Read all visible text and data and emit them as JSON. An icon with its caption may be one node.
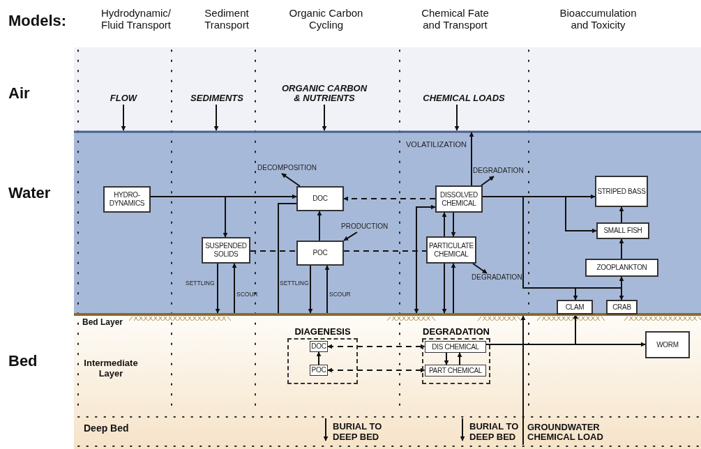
{
  "diagram": {
    "nodes": [
      {
        "text": [
          "FLOW"
        ]
      },
      {
        "text": [
          "SEDIMENTS"
        ]
      },
      {
        "text": [
          "ORGANIC CARBON & NUTRIENTS"
        ]
      },
      {
        "text": [
          "CHEMICAL LOADS"
        ]
      },
      {
        "text": [
          "HYDRO-DYNAMICS"
        ]
      },
      {
        "text": [
          "SUSPENDED SOLIDS"
        ]
      },
      {
        "text": [
          "DOC"
        ]
      },
      {
        "text": [
          "POC"
        ]
      },
      {
        "text": [
          "DECOMPOSITION"
        ]
      },
      {
        "text": [
          "PRODUCTION"
        ]
      },
      {
        "text": [
          "DISSOLVED CHEMICAL"
        ]
      },
      {
        "text": [
          "PARTICULATE CHEMICAL"
        ]
      },
      {
        "text": [
          "DEGRADATION"
        ]
      },
      {
        "text": [
          "DEGRADATION"
        ]
      },
      {
        "text": [
          "STRIPED BASS"
        ]
      },
      {
        "text": [
          "SMALL FISH"
        ]
      },
      {
        "text": [
          "ZOOPLANKTON"
        ]
      },
      {
        "text": [
          "CLAM"
        ]
      },
      {
        "text": [
          "CRAB"
        ]
      },
      {
        "text": [
          "DIAGENESIS"
        ]
      },
      {
        "text": [
          "DOC"
        ],
        "in": 19
      },
      {
        "text": [
          "POC"
        ],
        "in": 19
      },
      {
        "text": [
          "DEGRADATION"
        ]
      },
      {
        "text": [
          "DIS CHEMICAL"
        ],
        "in": 22
      },
      {
        "text": [
          "PART CHEMICAL"
        ],
        "in": 22
      },
      {
        "text": [
          "WORM"
        ]
      },
      {
        "text": [
          "GROUNDWATER CHEMICAL LOAD"
        ]
      },
      {
        "text": [],
        "shape": "bar"
      }
    ],
    "edges": [
      {
        "from": 0,
        "to": null,
        "arrow": "to"
      },
      {
        "from": 1,
        "to": null,
        "arrow": "to"
      },
      {
        "from": 2,
        "to": null,
        "arrow": "to"
      },
      {
        "from": 3,
        "to": null,
        "arrow": "to"
      },
      {
        "from": 4,
        "to": 6,
        "arrow": "to"
      },
      {
        "from": 4,
        "to": 5,
        "arrow": "to"
      },
      {
        "from": 27,
        "to": 6,
        "arrow": "none"
      },
      {
        "from": 7,
        "to": 6,
        "arrow": "to"
      },
      {
        "from": 5,
        "to": 7,
        "arrow": "none",
        "style": "dashed"
      },
      {
        "from": 7,
        "to": 11,
        "arrow": "none",
        "style": "dashed"
      },
      {
        "from": 10,
        "to": 6,
        "arrow": "to",
        "style": "dashed"
      },
      {
        "from": 6,
        "to": 8,
        "arrow": "to"
      },
      {
        "from": 9,
        "to": 7,
        "arrow": "to"
      },
      {
        "from": 10,
        "to": 12,
        "arrow": "to"
      },
      {
        "from": 11,
        "to": 13,
        "arrow": "to"
      },
      {
        "from": 10,
        "to": null,
        "arrow": "to",
        "label": "VOLATILIZATION"
      },
      {
        "from": 10,
        "to": 11,
        "arrow": "to"
      },
      {
        "from": 11,
        "to": 10,
        "arrow": "to"
      },
      {
        "from": 5,
        "to": 27,
        "arrow": "to",
        "label": "SETTLING"
      },
      {
        "from": 27,
        "to": 5,
        "arrow": "to",
        "label": "SCOUR"
      },
      {
        "from": 7,
        "to": 27,
        "arrow": "to",
        "label": "SETTLING"
      },
      {
        "from": 27,
        "to": 7,
        "arrow": "to",
        "label": "SCOUR"
      },
      {
        "from": 11,
        "to": 27,
        "arrow": "to"
      },
      {
        "from": 27,
        "to": 11,
        "arrow": "to"
      },
      {
        "from": 27,
        "to": 10,
        "arrow": "both"
      },
      {
        "from": 10,
        "to": 14,
        "arrow": "to"
      },
      {
        "from": 10,
        "to": 15,
        "arrow": "to"
      },
      {
        "from": 10,
        "to": 16,
        "arrow": "to"
      },
      {
        "from": 10,
        "to": 17,
        "arrow": "to"
      },
      {
        "from": 10,
        "to": 18,
        "arrow": "to"
      },
      {
        "from": 15,
        "to": 14,
        "arrow": "to"
      },
      {
        "from": 16,
        "to": 15,
        "arrow": "to"
      },
      {
        "from": 21,
        "to": 20,
        "arrow": "to"
      },
      {
        "from": 23,
        "to": 24,
        "arrow": "to"
      },
      {
        "from": 24,
        "to": 23,
        "arrow": "to"
      },
      {
        "from": 20,
        "to": 23,
        "arrow": "both",
        "style": "dashed"
      },
      {
        "from": 21,
        "to": 24,
        "arrow": "both",
        "style": "dashed"
      },
      {
        "from": 23,
        "to": 25,
        "arrow": "to"
      },
      {
        "from": 23,
        "to": 17,
        "arrow": "to"
      },
      {
        "from": 26,
        "to": 27,
        "arrow": "to"
      }
    ],
    "labels": [
      "Models:",
      "Hydrodynamic/ Fluid Transport",
      "Sediment Transport",
      "Organic Carbon Cycling",
      "Chemical Fate and Transport",
      "Bioaccumulation and Toxicity",
      "Air",
      "Water",
      "Bed Layer",
      "Bed",
      "Intermediate Layer",
      "Deep Bed",
      "BURIAL TO DEEP BED",
      "BURIAL TO DEEP BED"
    ]
  }
}
